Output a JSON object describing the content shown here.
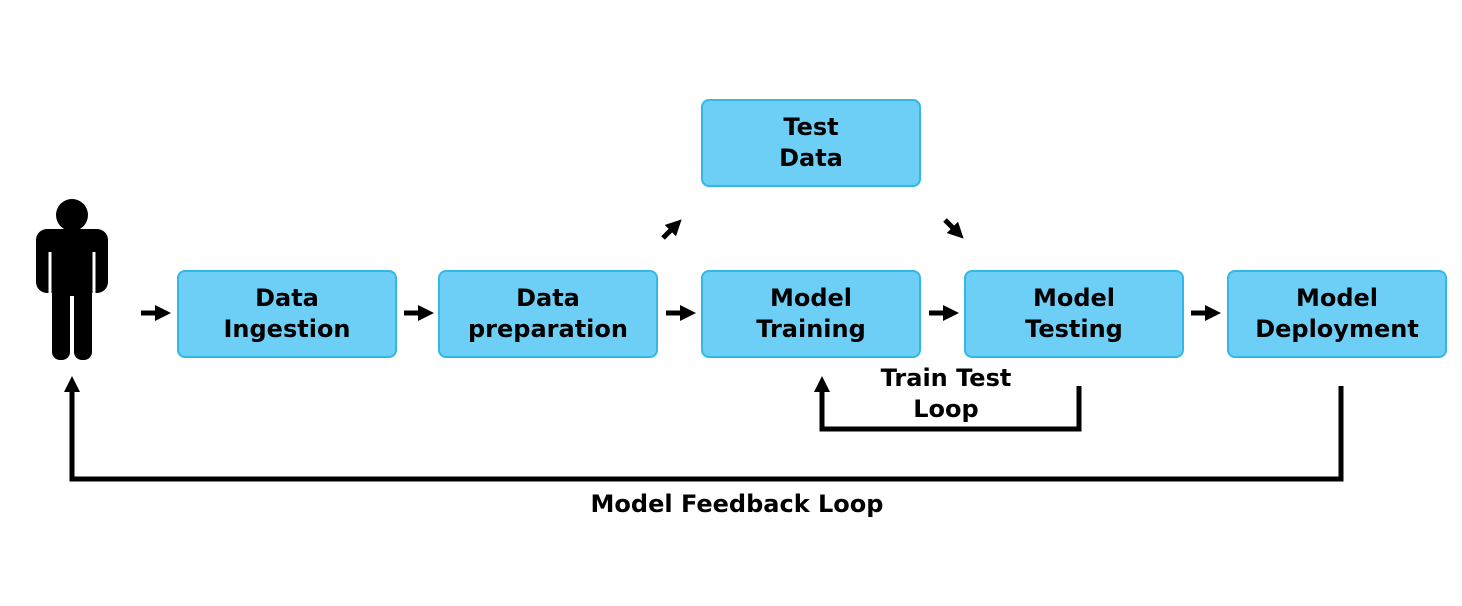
{
  "colors": {
    "box_fill": "#6dcff6",
    "box_border": "#32b8e6",
    "ink": "#000000",
    "background": "#ffffff"
  },
  "actor": {
    "icon": "person-icon"
  },
  "nodes": [
    {
      "id": "data-ingestion",
      "lines": [
        "Data",
        "Ingestion"
      ]
    },
    {
      "id": "data-preparation",
      "lines": [
        "Data",
        "preparation"
      ]
    },
    {
      "id": "model-training",
      "lines": [
        "Model",
        "Training"
      ]
    },
    {
      "id": "model-testing",
      "lines": [
        "Model",
        "Testing"
      ]
    },
    {
      "id": "model-deployment",
      "lines": [
        "Model",
        "Deployment"
      ]
    },
    {
      "id": "test-data",
      "lines": [
        "Test",
        "Data"
      ]
    }
  ],
  "edges": [
    {
      "from": "actor",
      "to": "data-ingestion"
    },
    {
      "from": "data-ingestion",
      "to": "data-preparation"
    },
    {
      "from": "data-preparation",
      "to": "model-training"
    },
    {
      "from": "model-training",
      "to": "model-testing"
    },
    {
      "from": "model-testing",
      "to": "model-deployment"
    },
    {
      "from": "model-training",
      "to": "test-data"
    },
    {
      "from": "test-data",
      "to": "model-testing"
    },
    {
      "from": "model-testing",
      "to": "model-training",
      "label": "train_test_loop"
    },
    {
      "from": "model-deployment",
      "to": "actor",
      "label": "feedback_loop"
    }
  ],
  "loops": {
    "train_test_loop": [
      "Train Test",
      "Loop"
    ],
    "feedback_loop": [
      "Model Feedback Loop"
    ]
  }
}
